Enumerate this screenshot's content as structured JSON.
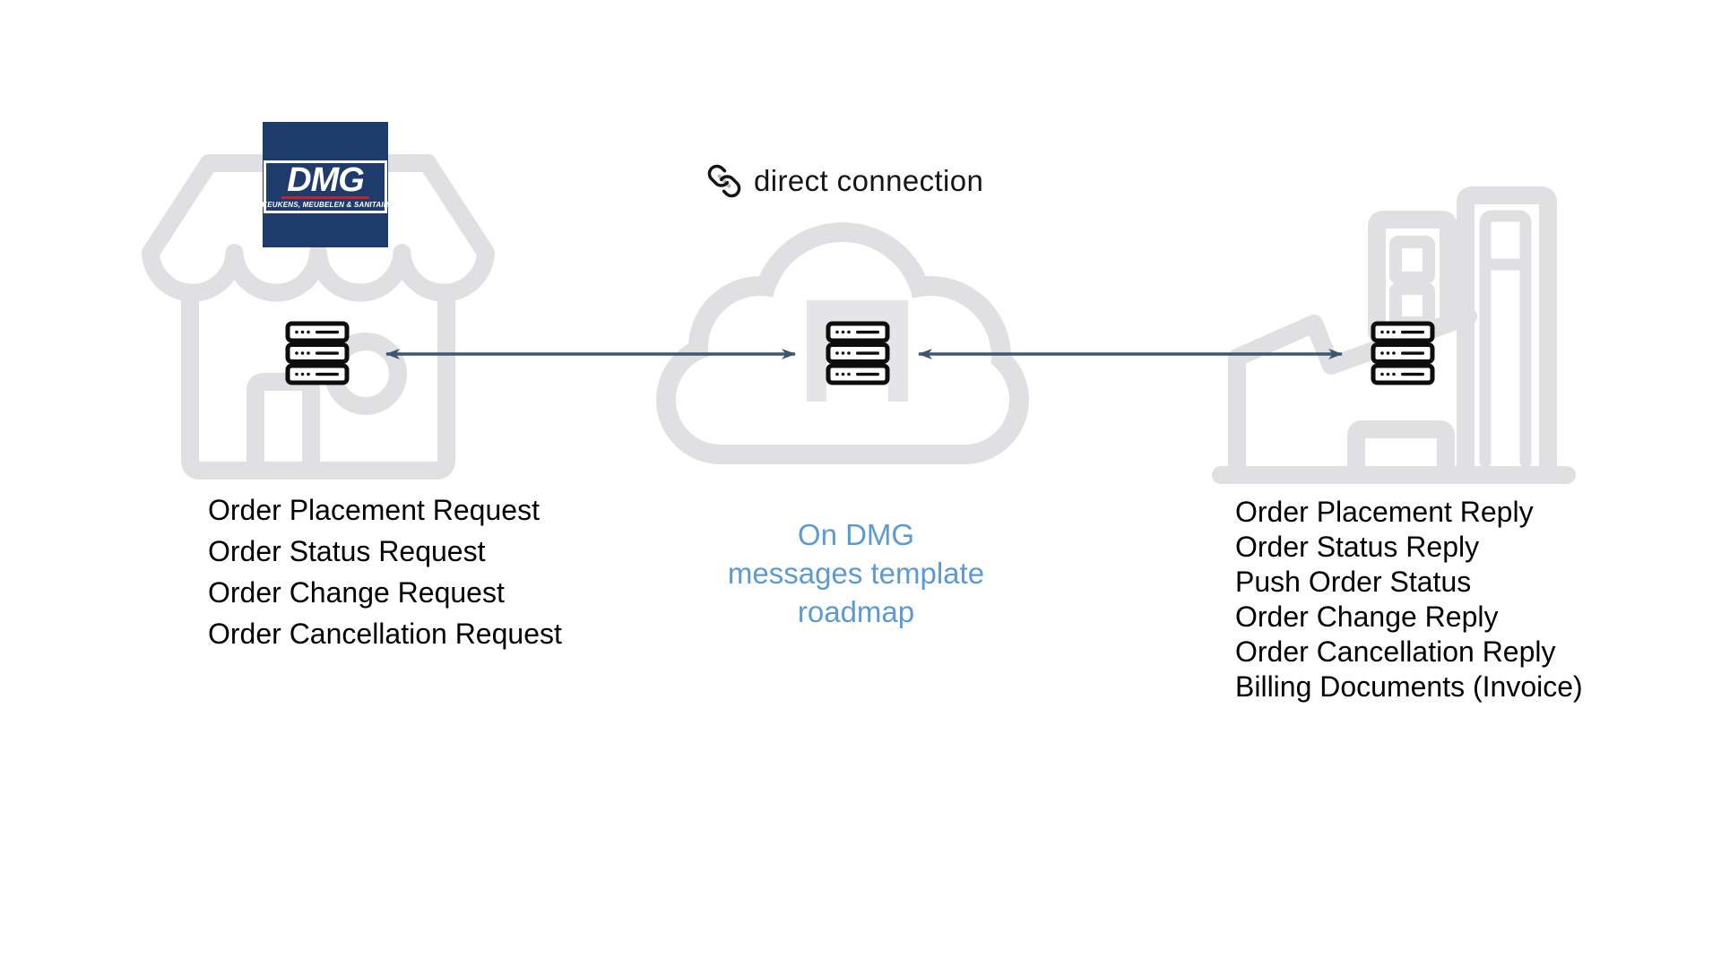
{
  "heading": {
    "icon": "link-icon",
    "direct_connection_label": "direct connection"
  },
  "dmg_logo": {
    "name": "DMG",
    "tagline": "KEUKENS, MEUBELEN & SANITAIR"
  },
  "left_panel": {
    "icon": "storefront-icon",
    "server_icon": "server-stack-icon",
    "messages": [
      "Order Placement Request",
      "Order Status Request",
      "Order Change Request",
      "Order Cancellation Request"
    ]
  },
  "center_panel": {
    "icon": "cloud-icon",
    "server_icon": "server-stack-icon",
    "caption_lines": [
      "On DMG",
      "messages template",
      "roadmap"
    ]
  },
  "right_panel": {
    "icon": "factory-icon",
    "server_icon": "server-stack-icon",
    "messages": [
      "Order Placement Reply",
      "Order Status Reply",
      "Push Order Status",
      "Order Change Reply",
      "Order Cancellation Reply",
      "Billing Documents (Invoice)"
    ]
  },
  "colors": {
    "caption_blue": "#5b9bd5",
    "arrow": "#3d5770",
    "icon_gray": "#e0e0e2",
    "logo_navy": "#1e3c6b",
    "logo_red": "#c5232b",
    "text": "#000000"
  }
}
